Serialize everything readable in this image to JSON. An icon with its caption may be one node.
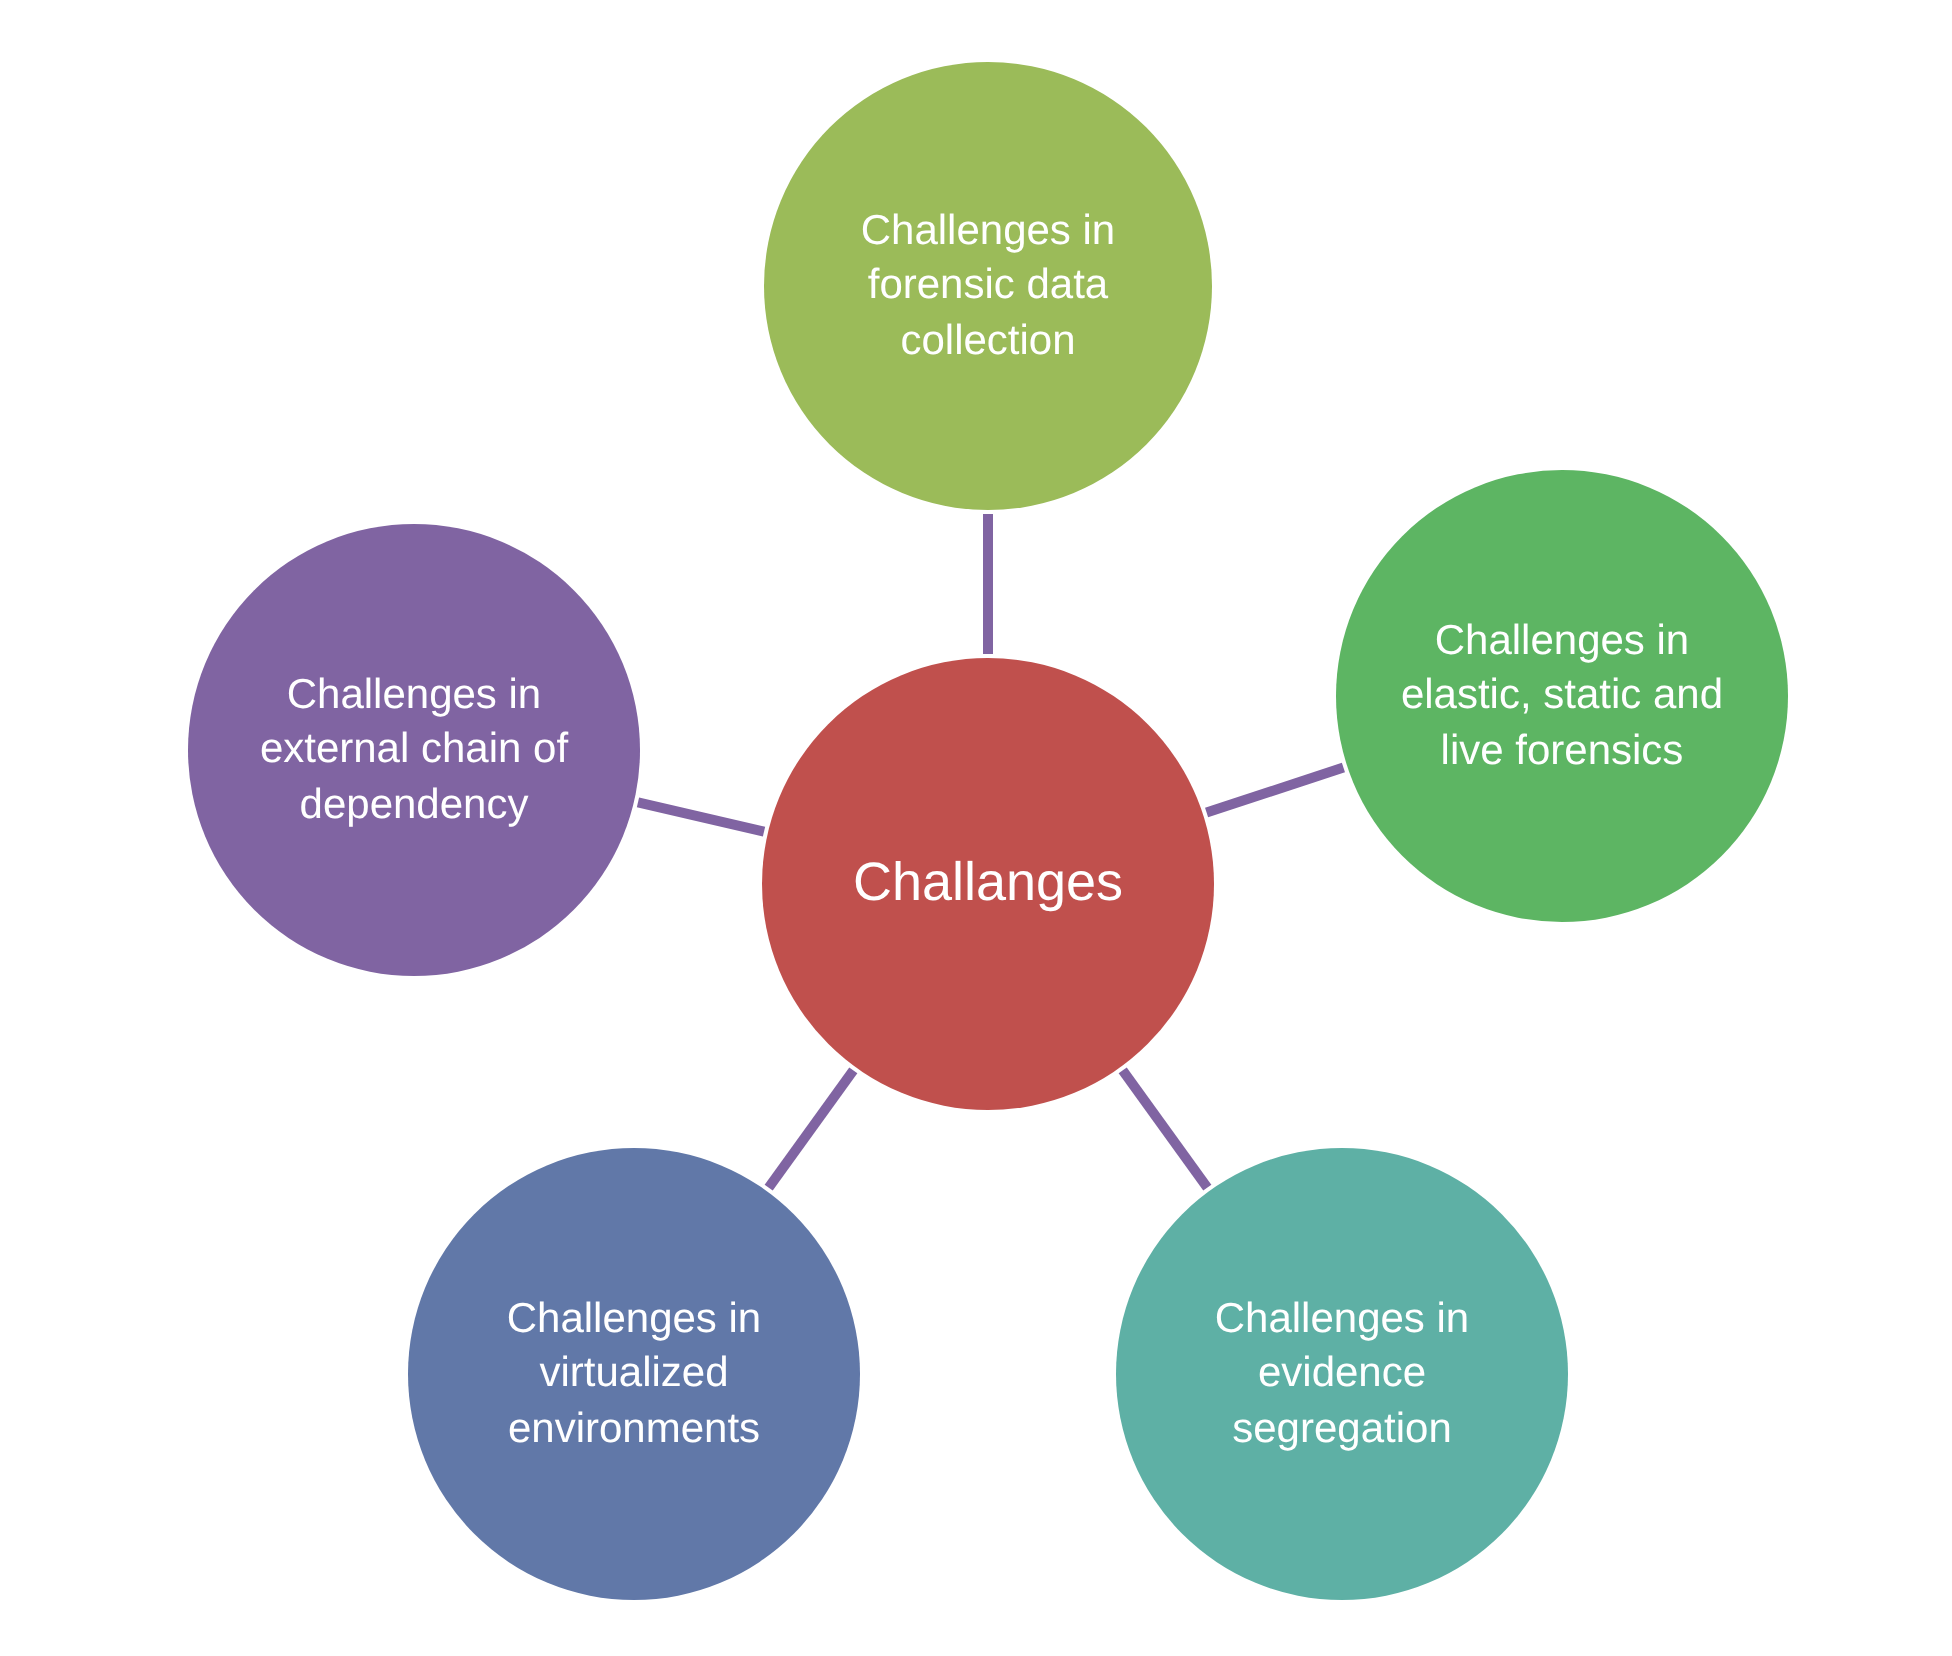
{
  "diagram": {
    "nodes": [
      {
        "text": [
          "Challanges"
        ]
      },
      {
        "text": [
          "Challenges in forensic data collection"
        ]
      },
      {
        "text": [
          "Challenges in external chain of dependency"
        ]
      },
      {
        "text": [
          "Challenges in elastic, static and live forensics"
        ]
      },
      {
        "text": [
          "Challenges in virtualized environments"
        ]
      },
      {
        "text": [
          "Challenges in evidence segregation"
        ]
      }
    ],
    "edges": [
      {
        "from": 0,
        "to": 1,
        "arrow": "none"
      },
      {
        "from": 0,
        "to": 2,
        "arrow": "none"
      },
      {
        "from": 0,
        "to": 3,
        "arrow": "none"
      },
      {
        "from": 0,
        "to": 4,
        "arrow": "none"
      },
      {
        "from": 0,
        "to": 5,
        "arrow": "none"
      }
    ]
  }
}
